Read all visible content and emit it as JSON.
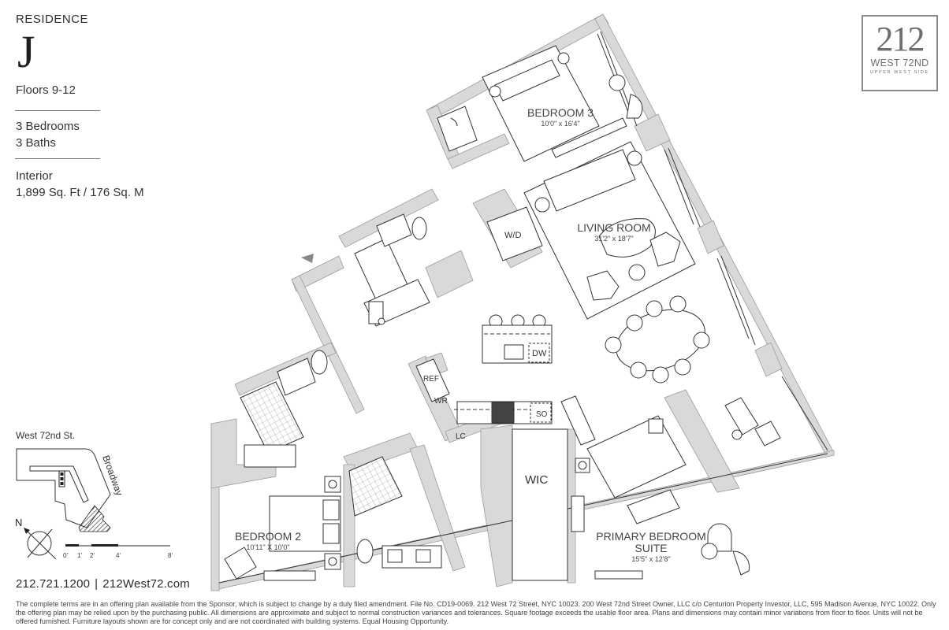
{
  "residence": {
    "label": "RESIDENCE",
    "letter": "J",
    "floors": "Floors 9-12",
    "bedrooms": "3 Bedrooms",
    "baths": "3 Baths",
    "interior_label": "Interior",
    "area": "1,899 Sq. Ft / 176 Sq. M"
  },
  "logo": {
    "number": "212",
    "street": "WEST 72ND",
    "neighborhood": "UPPER WEST SIDE"
  },
  "key_plan": {
    "street_top": "West 72nd St.",
    "street_side": "Broadway",
    "north_label": "N",
    "scale_ticks": [
      "0'",
      "1'",
      "2'",
      "4'",
      "8'"
    ]
  },
  "contact": {
    "phone": "212.721.1200",
    "separator": "|",
    "website": "212West72.com"
  },
  "rooms": {
    "bedroom3": {
      "name": "BEDROOM 3",
      "dims": "10'0\" x 16'4\""
    },
    "living": {
      "name": "LIVING ROOM",
      "dims": "31'2\" x 18'7\""
    },
    "bedroom2": {
      "name": "BEDROOM 2",
      "dims": "10'11\" X 10'0\""
    },
    "primary": {
      "name_line1": "PRIMARY BEDROOM",
      "name_line2": "SUITE",
      "dims": "15'5\" x 12'8\""
    },
    "wic": "WIC",
    "wd": "W/D",
    "dw": "DW",
    "ref": "REF",
    "wr": "WR",
    "so": "SO",
    "lc": "LC"
  },
  "colors": {
    "wall_fill": "#d9d9d9",
    "line": "#3a3a3a",
    "logo_gray": "#7a7a7a"
  },
  "disclaimer": "The complete terms are in an offering plan available from the Sponsor, which is subject to change by a duly filed amendment. File No. CD19-0069. 212 West 72 Street, NYC 10023. 200 West 72nd Street Owner, LLC c/o Centurion Property Investor, LLC, 595 Madison Avenue, NYC 10022. Only the offering plan may be relied upon by the purchasing public. All dimensions are approximate and subject to normal construction variances and tolerances. Square footage exceeds the usable floor area. Plans and dimensions may contain minor variations from floor to floor. Units will not be offered furnished. Furniture layouts shown are for concept only and are not coordinated with building systems. Equal Housing Opportunity."
}
